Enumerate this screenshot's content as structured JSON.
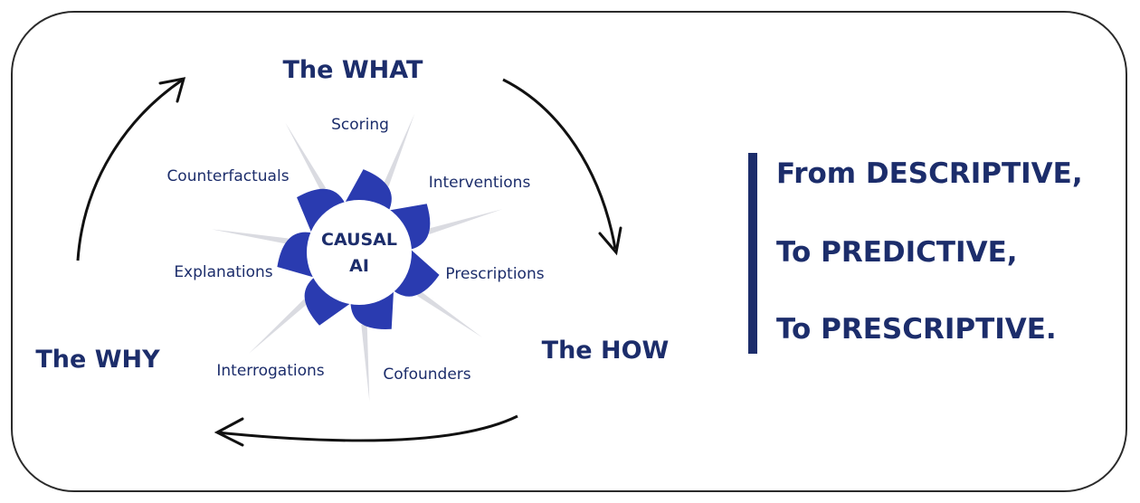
{
  "stages": {
    "what": "The WHAT",
    "how": "The HOW",
    "why": "The WHY"
  },
  "core": {
    "line1": "CAUSAL",
    "line2": "AI"
  },
  "spokes": [
    "Scoring",
    "Interventions",
    "Prescriptions",
    "Cofounders",
    "Interrogations",
    "Explanations",
    "Counterfactuals"
  ],
  "headline": {
    "line1": "From DESCRIPTIVE,",
    "line2": "To PREDICTIVE,",
    "line3": "To PRESCRIPTIVE."
  },
  "colors": {
    "primary": "#1c2d6b",
    "accent": "#2a3bb0",
    "border": "#2b2b2b",
    "arrow": "#111111"
  }
}
